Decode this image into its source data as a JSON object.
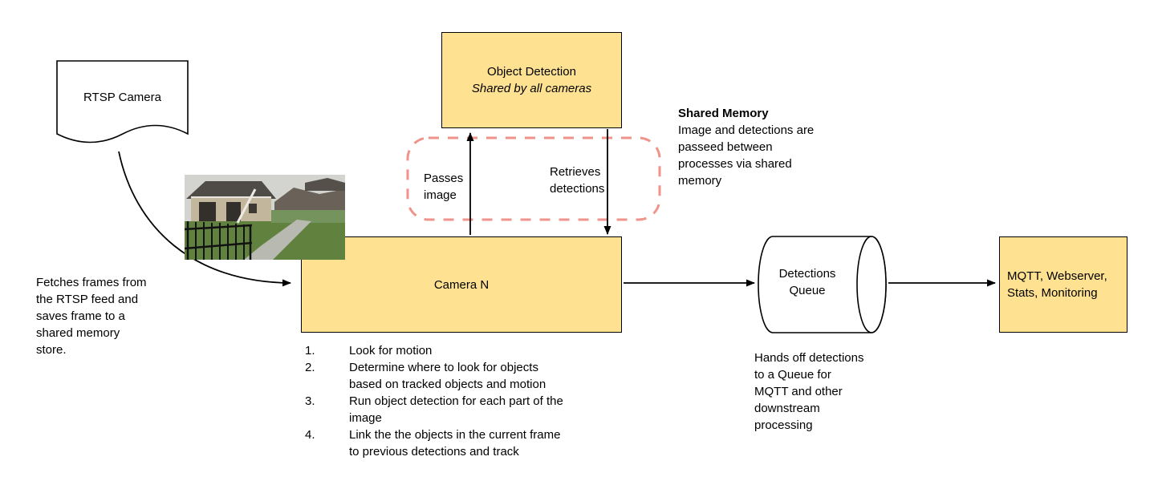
{
  "diagram": {
    "nodes": {
      "rtsp_camera": {
        "label": "RTSP Camera"
      },
      "object_detection": {
        "title": "Object Detection",
        "subtitle": "Shared by all cameras"
      },
      "camera_n": {
        "label": "Camera N"
      },
      "detections_queue": {
        "label": "Detections Queue"
      },
      "outputs": {
        "label": "MQTT, Webserver, Stats, Monitoring"
      }
    },
    "edge_labels": {
      "passes_image": "Passes image",
      "retrieves_detections": "Retrieves detections"
    },
    "notes": {
      "rtsp_fetch": "Fetches frames from the RTSP feed and saves frame to a shared memory store.",
      "shared_memory_title": "Shared Memory",
      "shared_memory_body": "Image and detections are passeed between processes via shared memory",
      "queue_handoff": "Hands off detections to a Queue for MQTT and other downstream processing"
    },
    "camera_steps": [
      {
        "num": "1.",
        "text": "Look for motion"
      },
      {
        "num": "2.",
        "text": "Determine where to look for objects based on tracked objects and motion"
      },
      {
        "num": "3.",
        "text": "Run object detection for each part of the image"
      },
      {
        "num": "4.",
        "text": "Link the the objects in the current frame to previous detections and track"
      }
    ],
    "icons": {
      "camera_snapshot": "rtsp-camera-frame-still"
    }
  },
  "colors": {
    "node_fill": "#ffe291",
    "node_border": "#000000",
    "shared_memory_outline": "#f0938a",
    "arrow": "#000000",
    "canvas_bg": "#ffffff"
  }
}
